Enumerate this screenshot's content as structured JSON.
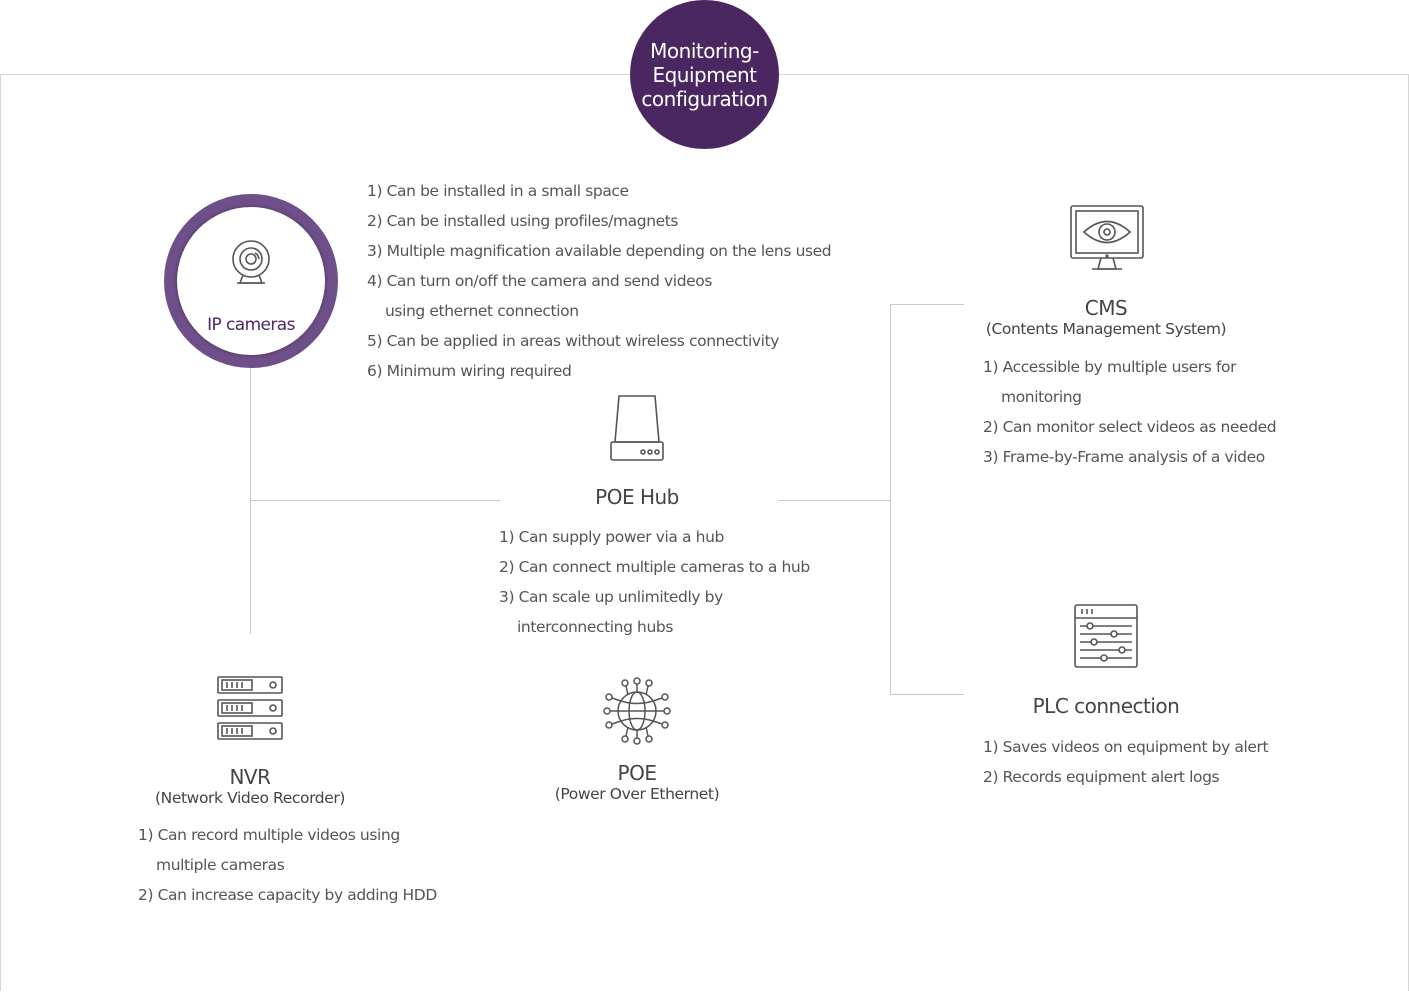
{
  "title": {
    "lines": [
      "Monitoring-",
      "Equipment",
      "configuration"
    ]
  },
  "ip_cameras": {
    "label": "IP cameras",
    "features": [
      "1) Can be installed in a small space",
      "2) Can be installed using profiles/magnets",
      "3) Multiple magnification available depending on the lens used",
      "4) Can turn on/off the camera and send videos",
      "using ethernet connection",
      "5) Can be applied in areas without wireless connectivity",
      "6) Minimum wiring required"
    ]
  },
  "poe_hub": {
    "title": "POE Hub",
    "features": [
      "1) Can supply power via a hub",
      "2) Can connect multiple cameras to a hub",
      "3) Can scale up unlimitedly by",
      "interconnecting hubs"
    ]
  },
  "cms": {
    "title": "CMS",
    "subtitle": "(Contents Management System)",
    "features": [
      "1) Accessible by multiple users for",
      "monitoring",
      "2) Can monitor select videos as needed",
      "3) Frame-by-Frame analysis of a video"
    ]
  },
  "plc": {
    "title": "PLC connection",
    "features": [
      "1) Saves videos on equipment by alert",
      "2) Records equipment alert logs"
    ]
  },
  "nvr": {
    "title": "NVR",
    "subtitle": "(Network Video Recorder)",
    "features": [
      "1) Can record multiple videos using",
      "multiple cameras",
      "2) Can increase capacity by adding HDD"
    ]
  },
  "poe": {
    "title": "POE",
    "subtitle": "(Power Over Ethernet)"
  },
  "icons": {
    "camera": "webcam-icon",
    "hub": "hub-device-icon",
    "cms": "monitor-eye-icon",
    "plc": "control-panel-icon",
    "nvr": "server-rack-icon",
    "poe": "network-globe-icon"
  },
  "colors": {
    "accent": "#4a2760",
    "ring": "#6e4f8a",
    "line": "#c8c8c8",
    "text": "#555555"
  }
}
